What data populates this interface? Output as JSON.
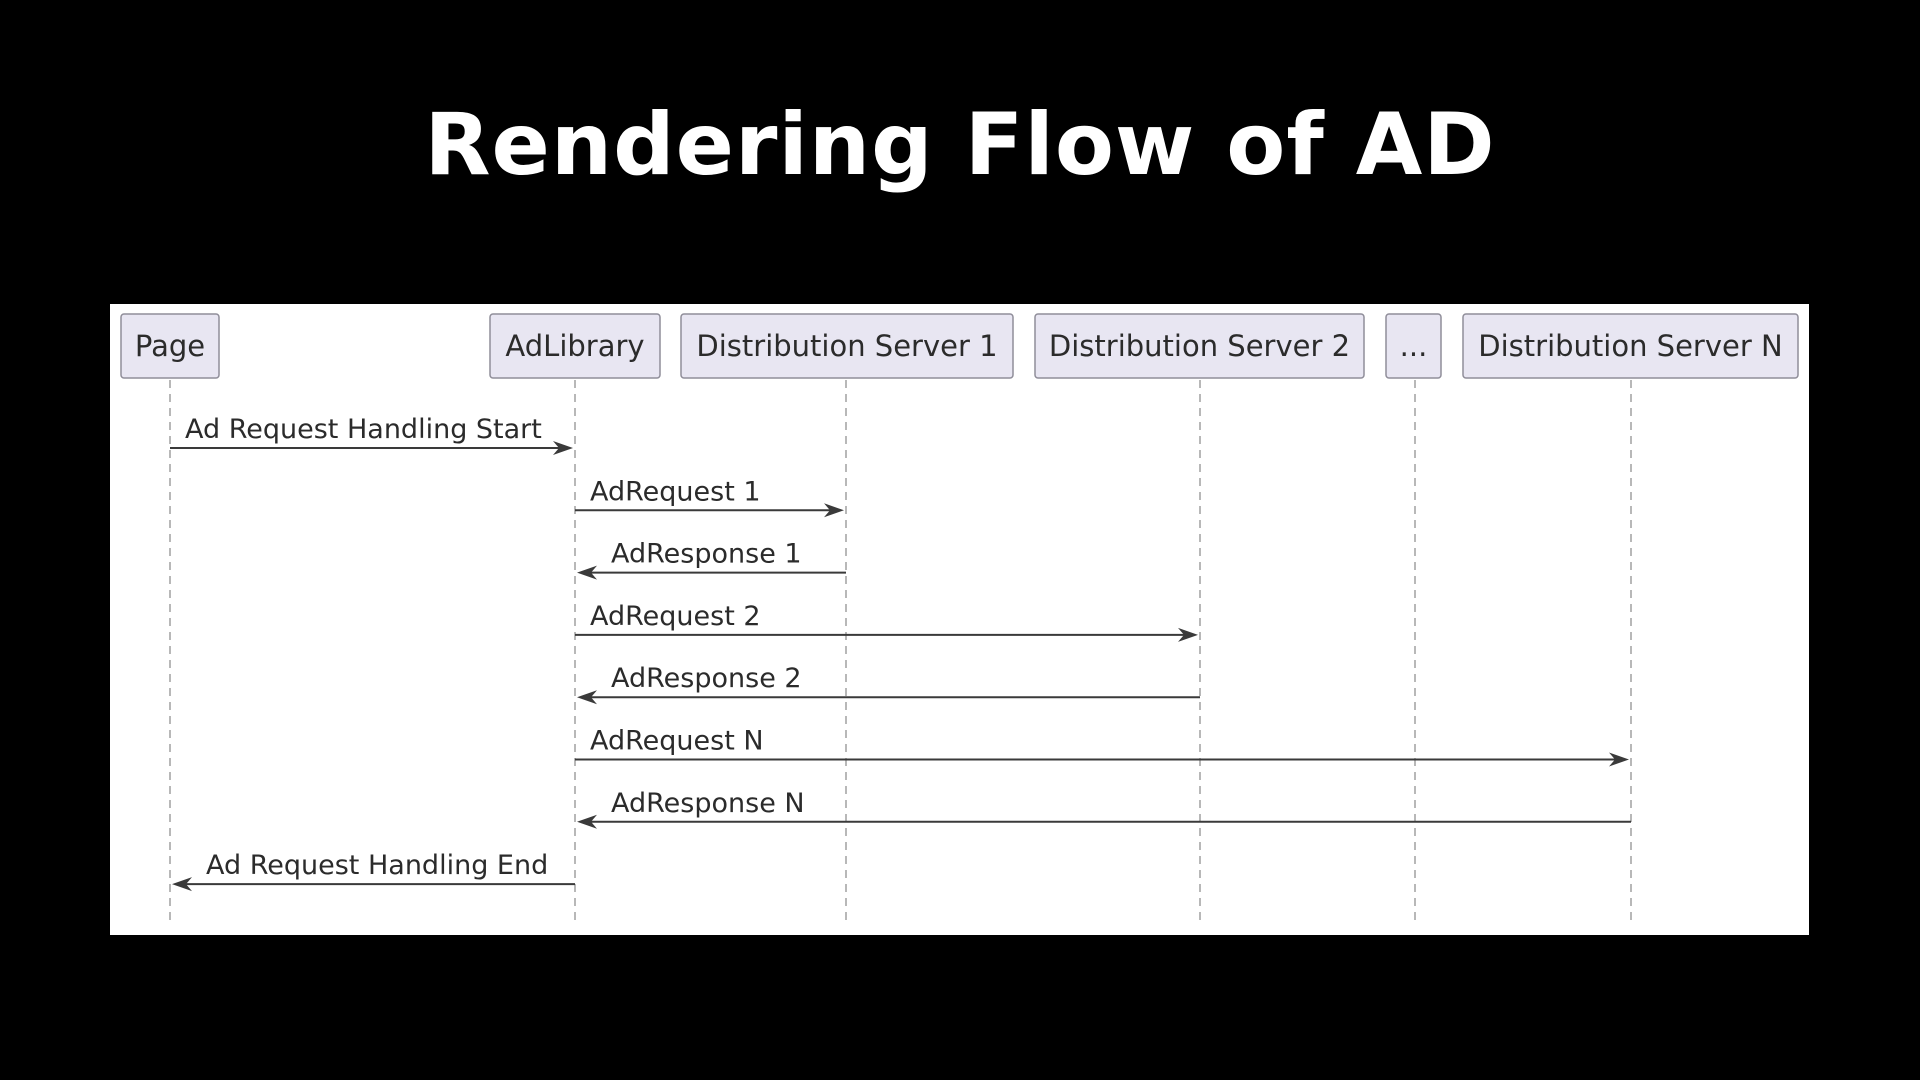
{
  "slide": {
    "title": "Rendering Flow of AD",
    "background_color": "#000000",
    "title_color": "#ffffff"
  },
  "diagram": {
    "type": "sequence",
    "participants": [
      {
        "id": "page",
        "label": "Page"
      },
      {
        "id": "adlibrary",
        "label": "AdLibrary"
      },
      {
        "id": "ds1",
        "label": "Distribution Server 1"
      },
      {
        "id": "ds2",
        "label": "Distribution Server 2"
      },
      {
        "id": "ellipsis",
        "label": "..."
      },
      {
        "id": "dsn",
        "label": "Distribution Server N"
      }
    ],
    "messages": [
      {
        "from": "page",
        "to": "adlibrary",
        "label": "Ad Request Handling Start"
      },
      {
        "from": "adlibrary",
        "to": "ds1",
        "label": "AdRequest 1"
      },
      {
        "from": "ds1",
        "to": "adlibrary",
        "label": "AdResponse 1"
      },
      {
        "from": "adlibrary",
        "to": "ds2",
        "label": "AdRequest 2"
      },
      {
        "from": "ds2",
        "to": "adlibrary",
        "label": "AdResponse 2"
      },
      {
        "from": "adlibrary",
        "to": "dsn",
        "label": "AdRequest N"
      },
      {
        "from": "dsn",
        "to": "adlibrary",
        "label": "AdResponse N"
      },
      {
        "from": "adlibrary",
        "to": "page",
        "label": "Ad Request Handling End"
      }
    ],
    "colors": {
      "participant_fill": "#e8e6f2",
      "participant_border": "#8f8d99",
      "lifeline": "#a6a6a6",
      "arrow": "#3a3a3a"
    }
  }
}
